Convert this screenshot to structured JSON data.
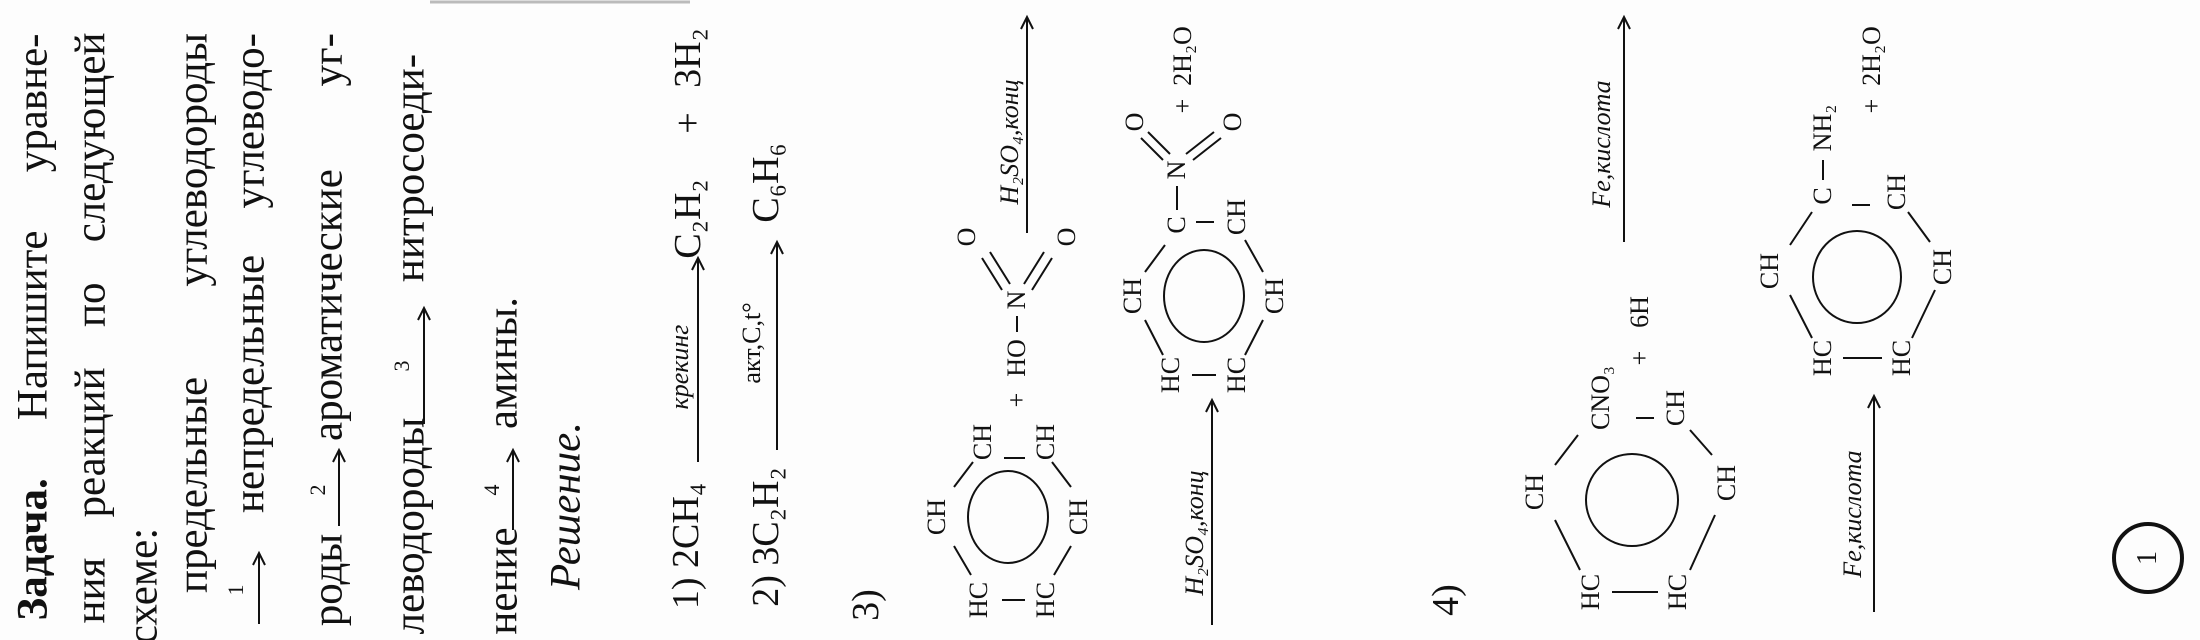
{
  "task": {
    "heading": "Задача.",
    "line1_rest": "Напишите уравне-",
    "line2": "ния реакций по следующей",
    "line3": "схеме:",
    "line4": "предельные углеводороды",
    "arrow1_label": "1",
    "line5": "непредельные углеводо-",
    "line6_a": "роды",
    "arrow2_label": "2",
    "line6_b": "ароматические уг-",
    "line7_a": "леводороды",
    "arrow3_label": "3",
    "line7_b": "нитросоеди-",
    "line8_a": "нение",
    "arrow4_label": "4",
    "line8_b": "амины.",
    "solution": "Решение."
  },
  "equations": {
    "r1": {
      "lhs": "1) 2CH₄",
      "condition": "крекинг",
      "product": "C₂H₂",
      "plus": "+",
      "product2": "3H₂"
    },
    "r2": {
      "lhs": "2) 3C₂H₂",
      "condition": "акт,C,t°",
      "product": "C₆H₆"
    },
    "r3": {
      "number": "3)",
      "condition_top": "H₂SO₄,конц",
      "condition_bottom": "H₂SO₄,конц",
      "plus": "+",
      "reagent": "HO",
      "n": "N",
      "o1": "O",
      "o2": "O",
      "plus2": "+",
      "water": "2H₂O"
    },
    "r4": {
      "number": "4)",
      "condition_top": "Fe,кислота",
      "condition_bottom": "Fe,кислота",
      "plus": "+",
      "reagent": "6H",
      "nh2": "NH₂",
      "plus2": "+",
      "water": "2H₂O"
    }
  },
  "molecules": {
    "benzene": {
      "labels": [
        "HC",
        "HC",
        "CH",
        "CH",
        "CH",
        "CH"
      ]
    },
    "nitrobenzene": {
      "labels": [
        "HC",
        "HC",
        "CH",
        "CH",
        "C",
        "CH"
      ],
      "n": "N",
      "o1": "O",
      "o2": "O"
    },
    "nitro_reactant": {
      "labels": [
        "HC",
        "HC",
        "CH",
        "CH",
        "CNO₃",
        "CH"
      ]
    },
    "aniline": {
      "labels": [
        "HC",
        "HC",
        "CH",
        "CH",
        "C",
        "CH"
      ]
    }
  },
  "page_number": "1"
}
